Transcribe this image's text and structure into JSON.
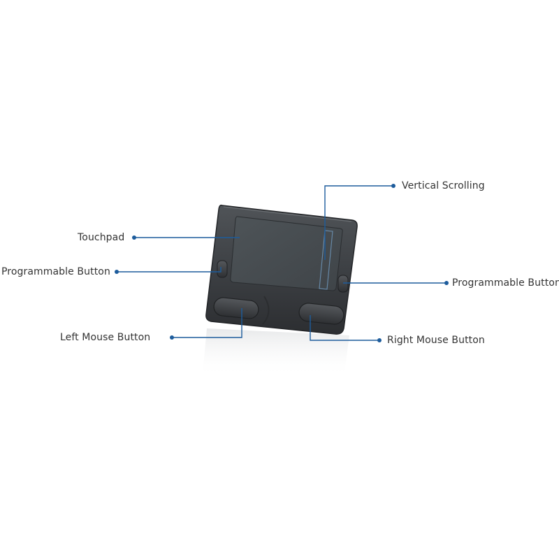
{
  "colors": {
    "callout_line": "#1d5c9c",
    "device_body": "#3b3e42",
    "touch_surface": "#4a5054",
    "label_text": "#333333"
  },
  "callouts": {
    "vertical_scrolling": "Vertical Scrolling",
    "touchpad": "Touchpad",
    "programmable_button_left": "Programmable Button",
    "programmable_button_right": "Programmable Button",
    "left_mouse_button": "Left Mouse Button",
    "right_mouse_button": "Right Mouse Button"
  }
}
